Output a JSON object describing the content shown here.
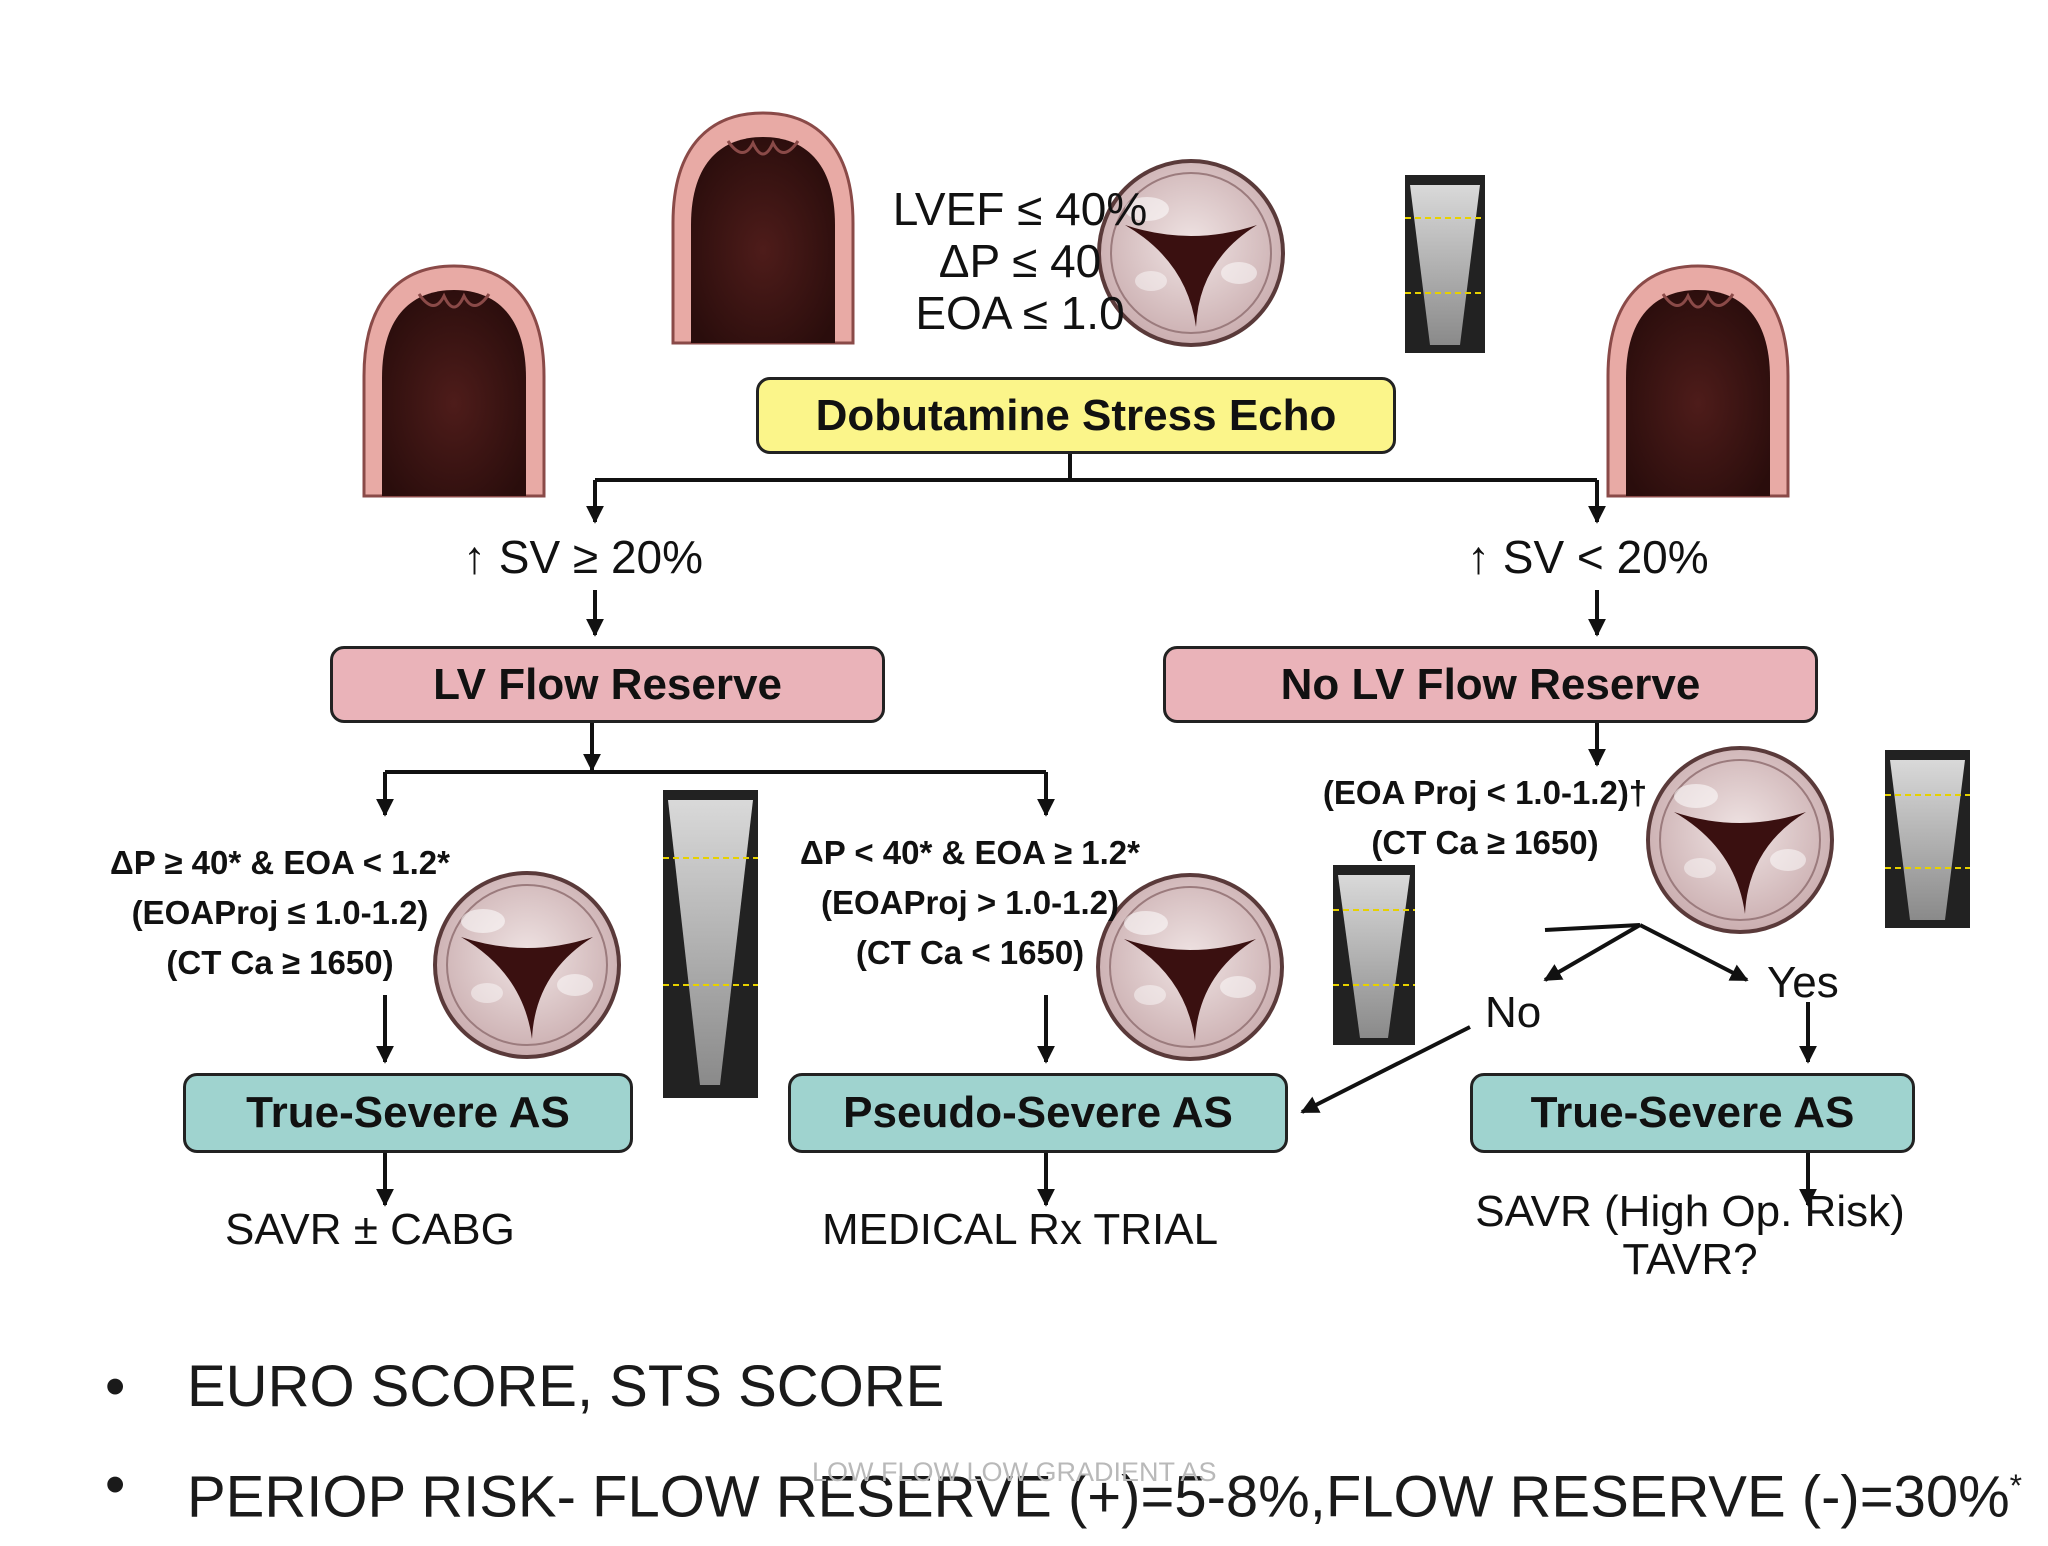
{
  "diagram": {
    "top_criteria": [
      "LVEF ≤ 40%",
      "ΔP ≤ 40",
      "EOA ≤ 1.0"
    ],
    "root": "Dobutamine Stress Echo",
    "left_branch": "↑ SV ≥ 20%",
    "right_branch": "↑ SV < 20%",
    "lv_flow_reserve": "LV Flow Reserve",
    "no_lv_flow_reserve": "No LV Flow Reserve",
    "left_criteria": [
      "ΔP ≥ 40* & EOA < 1.2*",
      "(EOAProj ≤ 1.0-1.2)",
      "(CT Ca ≥ 1650)"
    ],
    "mid_criteria": [
      "ΔP < 40* & EOA ≥ 1.2*",
      "(EOAProj > 1.0-1.2)",
      "(CT Ca < 1650)"
    ],
    "right_criteria": [
      "(EOA Proj < 1.0-1.2)†",
      "(CT Ca ≥ 1650)"
    ],
    "no_label": "No",
    "yes_label": "Yes",
    "true_severe_left": "True-Severe AS",
    "pseudo_severe": "Pseudo-Severe AS",
    "true_severe_right": "True-Severe AS",
    "outcome_left": "SAVR ± CABG",
    "outcome_mid": "MEDICAL Rx TRIAL",
    "outcome_right": [
      "SAVR (High Op. Risk)",
      "TAVR?"
    ]
  },
  "bullets": [
    "EURO SCORE, STS SCORE",
    "PERIOP RISK- FLOW RESERVE (+)=5-8%,FLOW RESERVE (-)=30%",
    "*"
  ],
  "bullet_symbol": "•",
  "footer": "LOW FLOW LOW GRADIENT AS"
}
